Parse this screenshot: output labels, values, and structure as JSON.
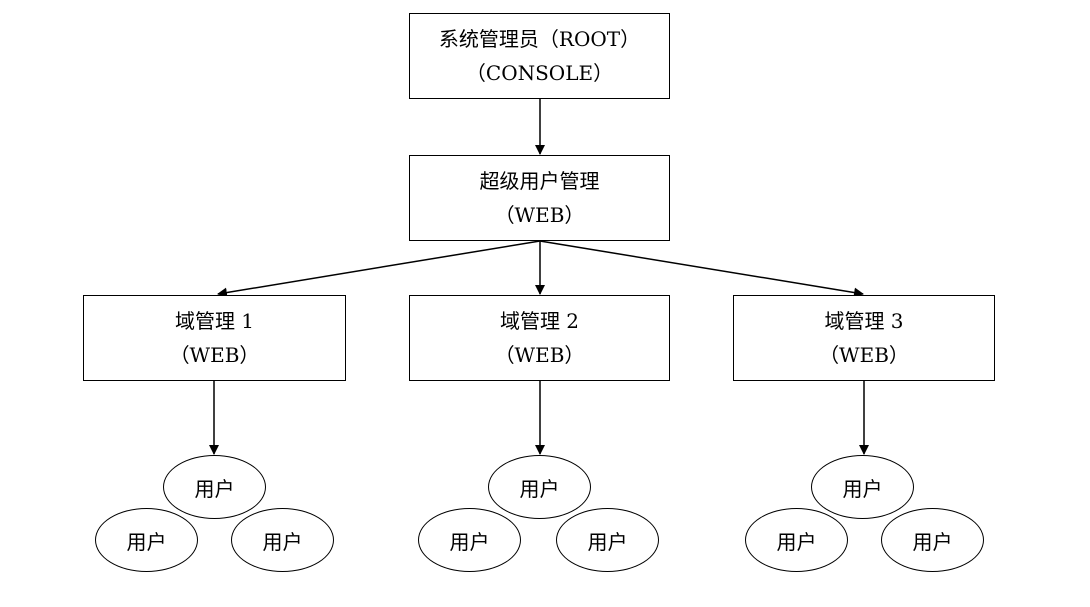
{
  "root": {
    "title": "系统管理员（ROOT）",
    "subtitle": "（CONSOLE）"
  },
  "super": {
    "title": "超级用户管理",
    "subtitle": "（WEB）"
  },
  "domains": [
    {
      "title": "域管理 1",
      "subtitle": "（WEB）",
      "users": [
        "用户",
        "用户",
        "用户"
      ]
    },
    {
      "title": "域管理 2",
      "subtitle": "（WEB）",
      "users": [
        "用户",
        "用户",
        "用户"
      ]
    },
    {
      "title": "域管理 3",
      "subtitle": "（WEB）",
      "users": [
        "用户",
        "用户",
        "用户"
      ]
    }
  ]
}
